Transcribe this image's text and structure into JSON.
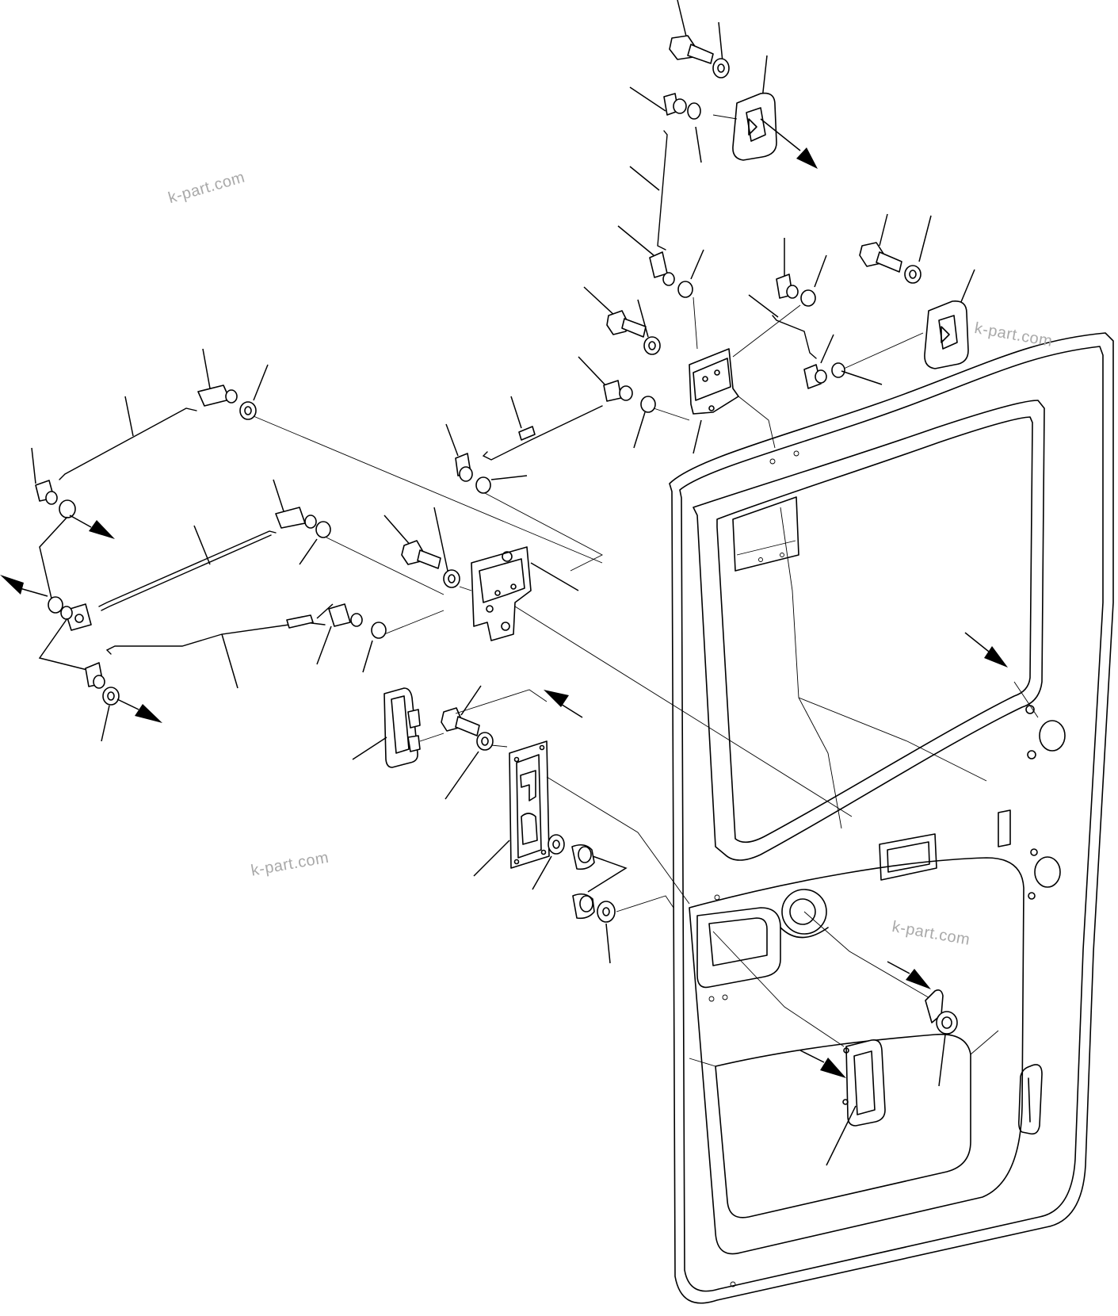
{
  "watermarks": [
    {
      "text": "k-part.com"
    },
    {
      "text": "k-part.com"
    },
    {
      "text": "k-part.com"
    },
    {
      "text": "k-part.com"
    }
  ],
  "diagram": {
    "subject": "door-lock-linkage-exploded-view",
    "line_color": "#000000",
    "background": "#ffffff",
    "watermark_color": "#a9a9a9"
  }
}
